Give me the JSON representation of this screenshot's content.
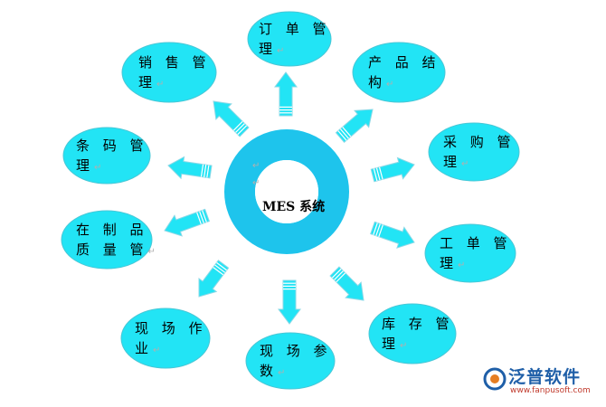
{
  "center": {
    "label": "MES 系统"
  },
  "modules": [
    {
      "line1": "订 单 管",
      "line2": "理"
    },
    {
      "line1": "产 品 结",
      "line2": "构"
    },
    {
      "line1": "采 购 管",
      "line2": "理"
    },
    {
      "line1": "工 单 管",
      "line2": "理"
    },
    {
      "line1": "库 存 管",
      "line2": "理"
    },
    {
      "line1": "现 场 参",
      "line2": "数"
    },
    {
      "line1": "现 场 作",
      "line2": "业"
    },
    {
      "line1": "在 制 品",
      "line2": "质 量 管"
    },
    {
      "line1": "条 码 管",
      "line2": "理"
    },
    {
      "line1": "销 售 管",
      "line2": "理"
    }
  ],
  "logo": {
    "brand": "泛普软件",
    "url": "www.fanpusoft.com"
  },
  "colors": {
    "ellipse": "#22e4f5",
    "ellipse_stroke": "#48c7d6",
    "ring": "#1ec4ec",
    "arrow": "#22e4f5",
    "arrow_stroke": "#8ad8e6"
  }
}
